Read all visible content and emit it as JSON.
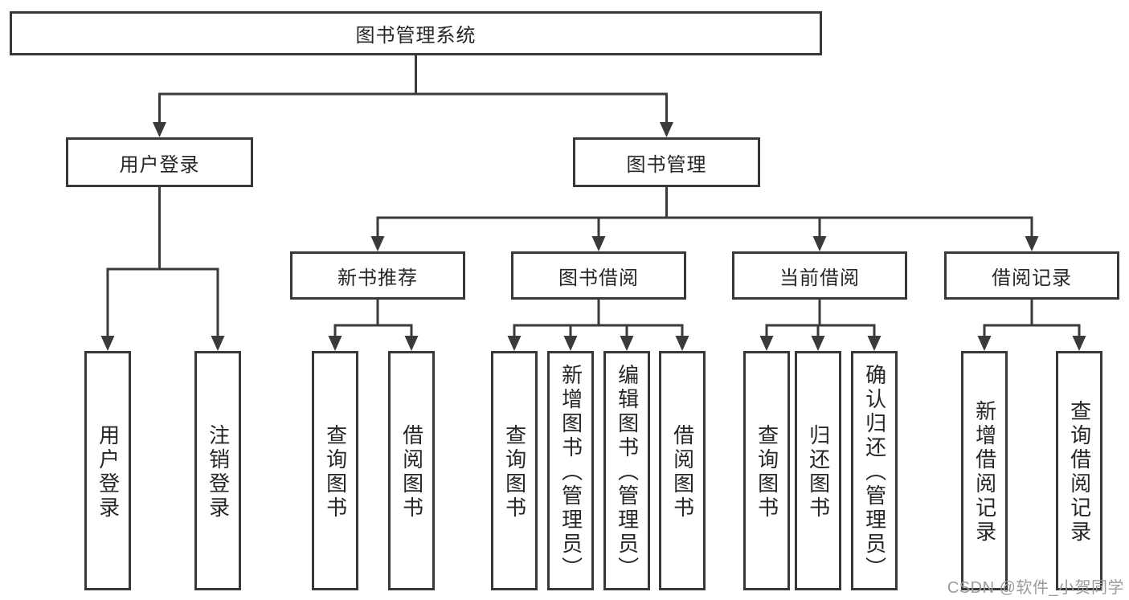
{
  "colors": {
    "background": "#ffffff",
    "line": "#3a3a3a",
    "box_border": "#383838",
    "text": "#262626",
    "watermark": "#9b9b9b"
  },
  "watermark": {
    "text": "CSDN @软件_小贺同学"
  },
  "tree": {
    "root": {
      "label": "图书管理系统",
      "children": [
        {
          "label": "用户登录",
          "children": [
            {
              "label": "用户登录"
            },
            {
              "label": "注销登录"
            }
          ]
        },
        {
          "label": "图书管理",
          "children": [
            {
              "label": "新书推荐",
              "children": [
                {
                  "label": "查询图书"
                },
                {
                  "label": "借阅图书"
                }
              ]
            },
            {
              "label": "图书借阅",
              "children": [
                {
                  "label": "查询图书"
                },
                {
                  "label": "新增图书（管理员）"
                },
                {
                  "label": "编辑图书（管理员）"
                },
                {
                  "label": "借阅图书"
                }
              ]
            },
            {
              "label": "当前借阅",
              "children": [
                {
                  "label": "查询图书"
                },
                {
                  "label": "归还图书"
                },
                {
                  "label": "确认归还（管理员）"
                }
              ]
            },
            {
              "label": "借阅记录",
              "children": [
                {
                  "label": "新增借阅记录"
                },
                {
                  "label": "查询借阅记录"
                }
              ]
            }
          ]
        }
      ]
    }
  }
}
